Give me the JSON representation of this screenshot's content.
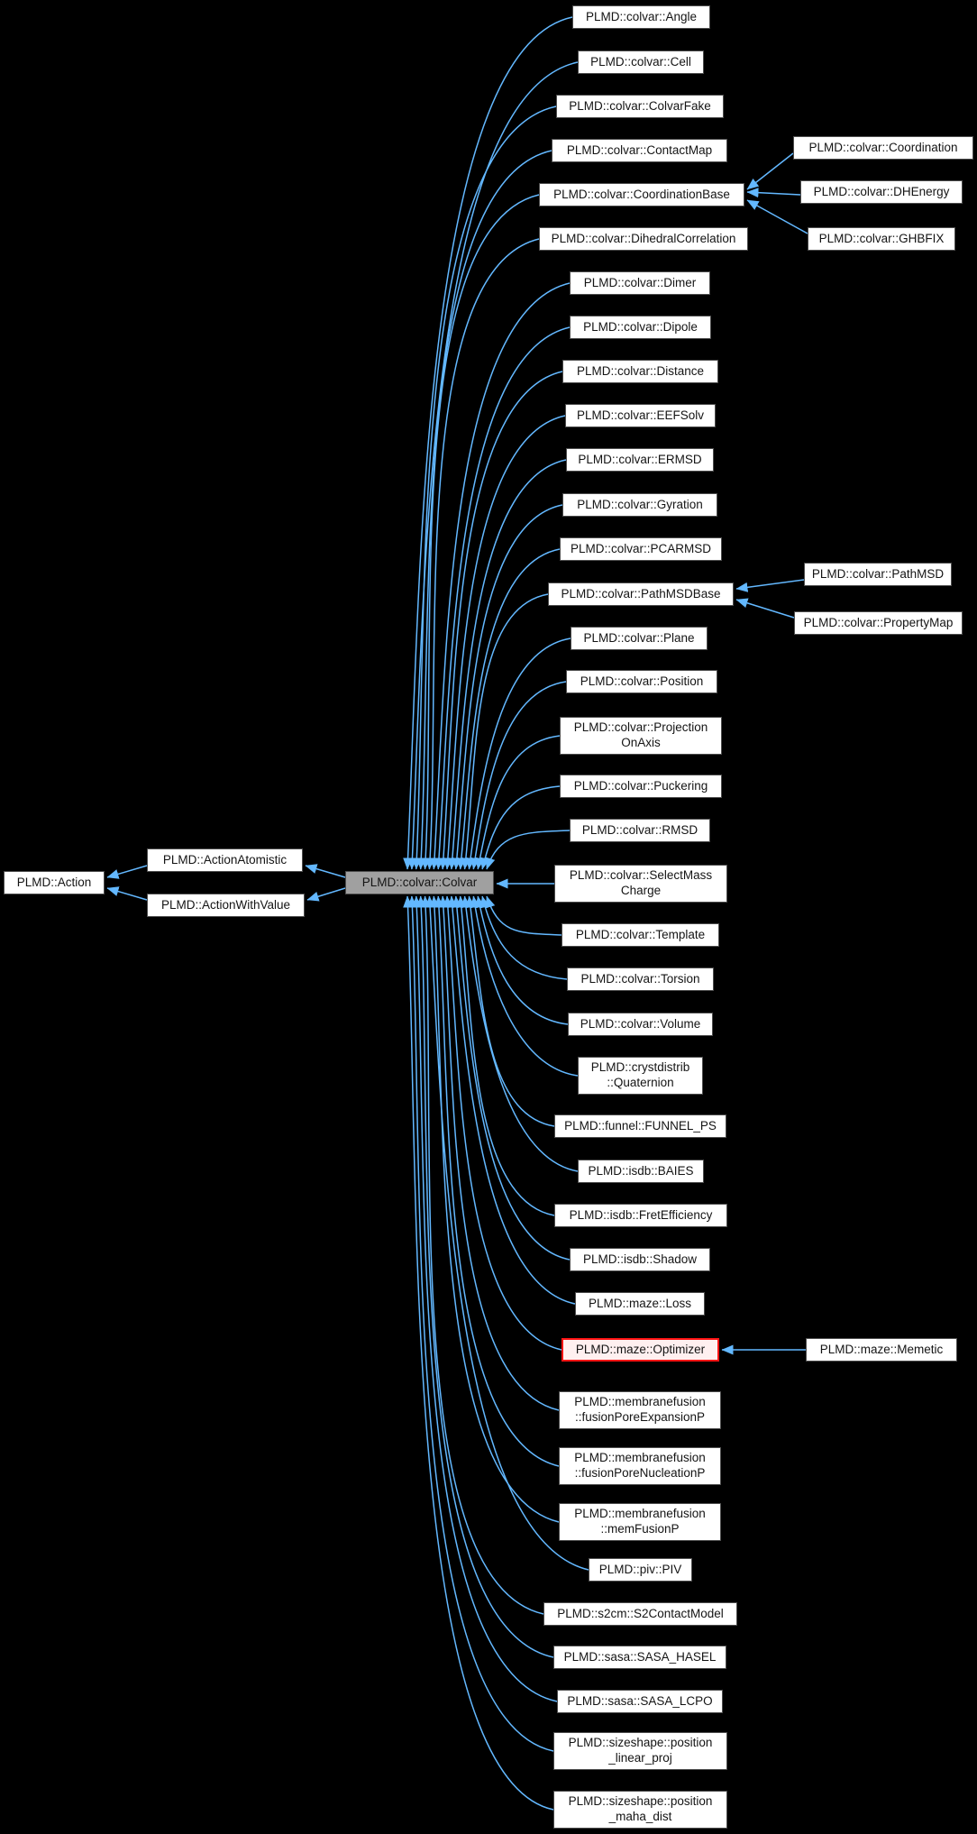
{
  "diagram": {
    "type": "class-inheritance-graph",
    "current_node": "PLMD::colvar::Colvar",
    "colors": {
      "background": "#000000",
      "edge": "#63b8ff",
      "node_fill": "#ffffff",
      "node_border": "#4d4d4d",
      "node_text": "#141414",
      "current_node_fill": "#a0a0a0",
      "highlight_node_fill": "#fff0f0",
      "highlight_node_border": "#ff1414"
    },
    "nodes": [
      {
        "id": "action",
        "label": "PLMD::Action",
        "type": "normal"
      },
      {
        "id": "actionatomistic",
        "label": "PLMD::ActionAtomistic",
        "type": "normal"
      },
      {
        "id": "actionwithvalue",
        "label": "PLMD::ActionWithValue",
        "type": "normal"
      },
      {
        "id": "colvar",
        "label": "PLMD::colvar::Colvar",
        "type": "current"
      },
      {
        "id": "angle",
        "label": "PLMD::colvar::Angle",
        "type": "normal"
      },
      {
        "id": "cell",
        "label": "PLMD::colvar::Cell",
        "type": "normal"
      },
      {
        "id": "colvarfake",
        "label": "PLMD::colvar::ColvarFake",
        "type": "normal"
      },
      {
        "id": "contactmap",
        "label": "PLMD::colvar::ContactMap",
        "type": "normal"
      },
      {
        "id": "coordinationbase",
        "label": "PLMD::colvar::CoordinationBase",
        "type": "normal"
      },
      {
        "id": "dihedralcorrelation",
        "label": "PLMD::colvar::DihedralCorrelation",
        "type": "normal"
      },
      {
        "id": "dimer",
        "label": "PLMD::colvar::Dimer",
        "type": "normal"
      },
      {
        "id": "dipole",
        "label": "PLMD::colvar::Dipole",
        "type": "normal"
      },
      {
        "id": "distance",
        "label": "PLMD::colvar::Distance",
        "type": "normal"
      },
      {
        "id": "eefsolv",
        "label": "PLMD::colvar::EEFSolv",
        "type": "normal"
      },
      {
        "id": "ermsd",
        "label": "PLMD::colvar::ERMSD",
        "type": "normal"
      },
      {
        "id": "gyration",
        "label": "PLMD::colvar::Gyration",
        "type": "normal"
      },
      {
        "id": "pcarmsd",
        "label": "PLMD::colvar::PCARMSD",
        "type": "normal"
      },
      {
        "id": "pathmsdbase",
        "label": "PLMD::colvar::PathMSDBase",
        "type": "normal"
      },
      {
        "id": "plane",
        "label": "PLMD::colvar::Plane",
        "type": "normal"
      },
      {
        "id": "position",
        "label": "PLMD::colvar::Position",
        "type": "normal"
      },
      {
        "id": "projectiononaxis",
        "label": "PLMD::colvar::Projection\nOnAxis",
        "type": "normal"
      },
      {
        "id": "puckering",
        "label": "PLMD::colvar::Puckering",
        "type": "normal"
      },
      {
        "id": "rmsd",
        "label": "PLMD::colvar::RMSD",
        "type": "normal"
      },
      {
        "id": "selectmasscharge",
        "label": "PLMD::colvar::SelectMass\nCharge",
        "type": "normal"
      },
      {
        "id": "template",
        "label": "PLMD::colvar::Template",
        "type": "normal"
      },
      {
        "id": "torsion",
        "label": "PLMD::colvar::Torsion",
        "type": "normal"
      },
      {
        "id": "volume",
        "label": "PLMD::colvar::Volume",
        "type": "normal"
      },
      {
        "id": "quaternion",
        "label": "PLMD::crystdistrib\n::Quaternion",
        "type": "normal"
      },
      {
        "id": "funnel-ps",
        "label": "PLMD::funnel::FUNNEL_PS",
        "type": "normal"
      },
      {
        "id": "baies",
        "label": "PLMD::isdb::BAIES",
        "type": "normal"
      },
      {
        "id": "fretefficiency",
        "label": "PLMD::isdb::FretEfficiency",
        "type": "normal"
      },
      {
        "id": "shadow",
        "label": "PLMD::isdb::Shadow",
        "type": "normal"
      },
      {
        "id": "loss",
        "label": "PLMD::maze::Loss",
        "type": "normal"
      },
      {
        "id": "optimizer",
        "label": "PLMD::maze::Optimizer",
        "type": "highlight"
      },
      {
        "id": "fusionporeexpansionp",
        "label": "PLMD::membranefusion\n::fusionPoreExpansionP",
        "type": "normal"
      },
      {
        "id": "fusionporenucleationp",
        "label": "PLMD::membranefusion\n::fusionPoreNucleationP",
        "type": "normal"
      },
      {
        "id": "memfusionp",
        "label": "PLMD::membranefusion\n::memFusionP",
        "type": "normal"
      },
      {
        "id": "piv",
        "label": "PLMD::piv::PIV",
        "type": "normal"
      },
      {
        "id": "s2contactmodel",
        "label": "PLMD::s2cm::S2ContactModel",
        "type": "normal"
      },
      {
        "id": "sasa-hasel",
        "label": "PLMD::sasa::SASA_HASEL",
        "type": "normal"
      },
      {
        "id": "sasa-lcpo",
        "label": "PLMD::sasa::SASA_LCPO",
        "type": "normal"
      },
      {
        "id": "position-linear-proj",
        "label": "PLMD::sizeshape::position\n_linear_proj",
        "type": "normal"
      },
      {
        "id": "position-maha-dist",
        "label": "PLMD::sizeshape::position\n_maha_dist",
        "type": "normal"
      },
      {
        "id": "coordination",
        "label": "PLMD::colvar::Coordination",
        "type": "normal"
      },
      {
        "id": "dhenergy",
        "label": "PLMD::colvar::DHEnergy",
        "type": "normal"
      },
      {
        "id": "ghbfix",
        "label": "PLMD::colvar::GHBFIX",
        "type": "normal"
      },
      {
        "id": "pathmsd",
        "label": "PLMD::colvar::PathMSD",
        "type": "normal"
      },
      {
        "id": "propertymap",
        "label": "PLMD::colvar::PropertyMap",
        "type": "normal"
      },
      {
        "id": "memetic",
        "label": "PLMD::maze::Memetic",
        "type": "normal"
      }
    ],
    "edges": [
      {
        "from": "actionatomistic",
        "to": "action"
      },
      {
        "from": "actionwithvalue",
        "to": "action"
      },
      {
        "from": "colvar",
        "to": "actionatomistic"
      },
      {
        "from": "colvar",
        "to": "actionwithvalue"
      },
      {
        "from": "angle",
        "to": "colvar"
      },
      {
        "from": "cell",
        "to": "colvar"
      },
      {
        "from": "colvarfake",
        "to": "colvar"
      },
      {
        "from": "contactmap",
        "to": "colvar"
      },
      {
        "from": "coordinationbase",
        "to": "colvar"
      },
      {
        "from": "dihedralcorrelation",
        "to": "colvar"
      },
      {
        "from": "dimer",
        "to": "colvar"
      },
      {
        "from": "dipole",
        "to": "colvar"
      },
      {
        "from": "distance",
        "to": "colvar"
      },
      {
        "from": "eefsolv",
        "to": "colvar"
      },
      {
        "from": "ermsd",
        "to": "colvar"
      },
      {
        "from": "gyration",
        "to": "colvar"
      },
      {
        "from": "pcarmsd",
        "to": "colvar"
      },
      {
        "from": "pathmsdbase",
        "to": "colvar"
      },
      {
        "from": "plane",
        "to": "colvar"
      },
      {
        "from": "position",
        "to": "colvar"
      },
      {
        "from": "projectiononaxis",
        "to": "colvar"
      },
      {
        "from": "puckering",
        "to": "colvar"
      },
      {
        "from": "rmsd",
        "to": "colvar"
      },
      {
        "from": "selectmasscharge",
        "to": "colvar"
      },
      {
        "from": "template",
        "to": "colvar"
      },
      {
        "from": "torsion",
        "to": "colvar"
      },
      {
        "from": "volume",
        "to": "colvar"
      },
      {
        "from": "quaternion",
        "to": "colvar"
      },
      {
        "from": "funnel-ps",
        "to": "colvar"
      },
      {
        "from": "baies",
        "to": "colvar"
      },
      {
        "from": "fretefficiency",
        "to": "colvar"
      },
      {
        "from": "shadow",
        "to": "colvar"
      },
      {
        "from": "loss",
        "to": "colvar"
      },
      {
        "from": "optimizer",
        "to": "colvar"
      },
      {
        "from": "fusionporeexpansionp",
        "to": "colvar"
      },
      {
        "from": "fusionporenucleationp",
        "to": "colvar"
      },
      {
        "from": "memfusionp",
        "to": "colvar"
      },
      {
        "from": "piv",
        "to": "colvar"
      },
      {
        "from": "s2contactmodel",
        "to": "colvar"
      },
      {
        "from": "sasa-hasel",
        "to": "colvar"
      },
      {
        "from": "sasa-lcpo",
        "to": "colvar"
      },
      {
        "from": "position-linear-proj",
        "to": "colvar"
      },
      {
        "from": "position-maha-dist",
        "to": "colvar"
      },
      {
        "from": "coordination",
        "to": "coordinationbase"
      },
      {
        "from": "dhenergy",
        "to": "coordinationbase"
      },
      {
        "from": "ghbfix",
        "to": "coordinationbase"
      },
      {
        "from": "pathmsd",
        "to": "pathmsdbase"
      },
      {
        "from": "propertymap",
        "to": "pathmsdbase"
      },
      {
        "from": "memetic",
        "to": "optimizer"
      }
    ]
  }
}
